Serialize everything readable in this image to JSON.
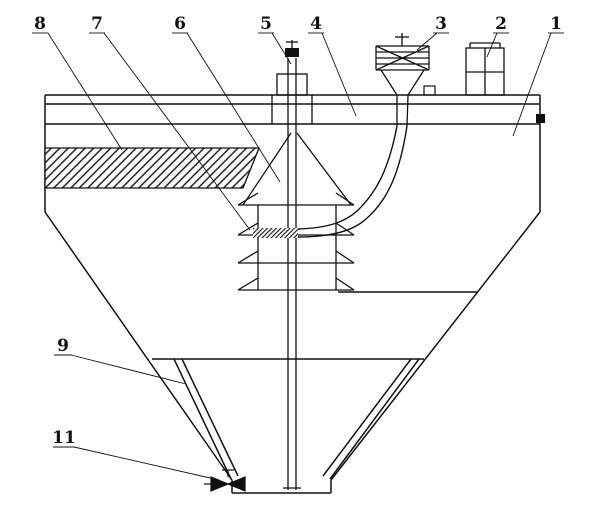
{
  "figure": {
    "kind": "patent-style technical drawing",
    "subject": "conical settling tank / clarifier with agitator shaft, cone baffle stack, feed pipe, drive unit and drain valve",
    "background_color": "#ffffff",
    "line_color": "#111111"
  },
  "callouts": {
    "n1": "1",
    "n2": "2",
    "n3": "3",
    "n4": "4",
    "n5": "5",
    "n6": "6",
    "n7": "7",
    "n8": "8",
    "n9": "9",
    "n11": "11"
  }
}
